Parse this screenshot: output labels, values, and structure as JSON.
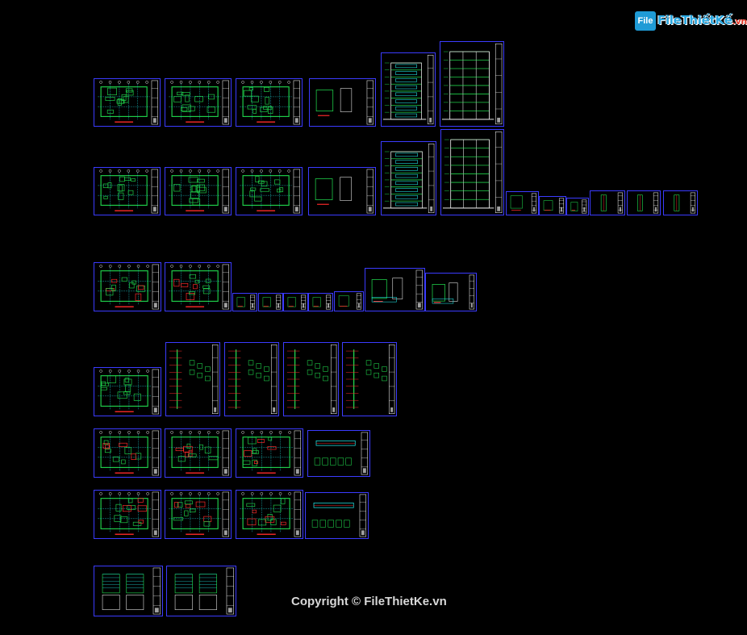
{
  "logo": {
    "icon_text": "File",
    "name": "FileThiếtKế",
    "suffix": ".vn"
  },
  "copyright": "Copyright © FileThietKe.vn",
  "colors": {
    "background": "#000000",
    "sheet_border": "#3b3bff",
    "drawing_green": "#1fd04a",
    "drawing_cyan": "#20e0e0",
    "drawing_red": "#ff2a2a",
    "drawing_white": "#e6e6e6"
  }
}
